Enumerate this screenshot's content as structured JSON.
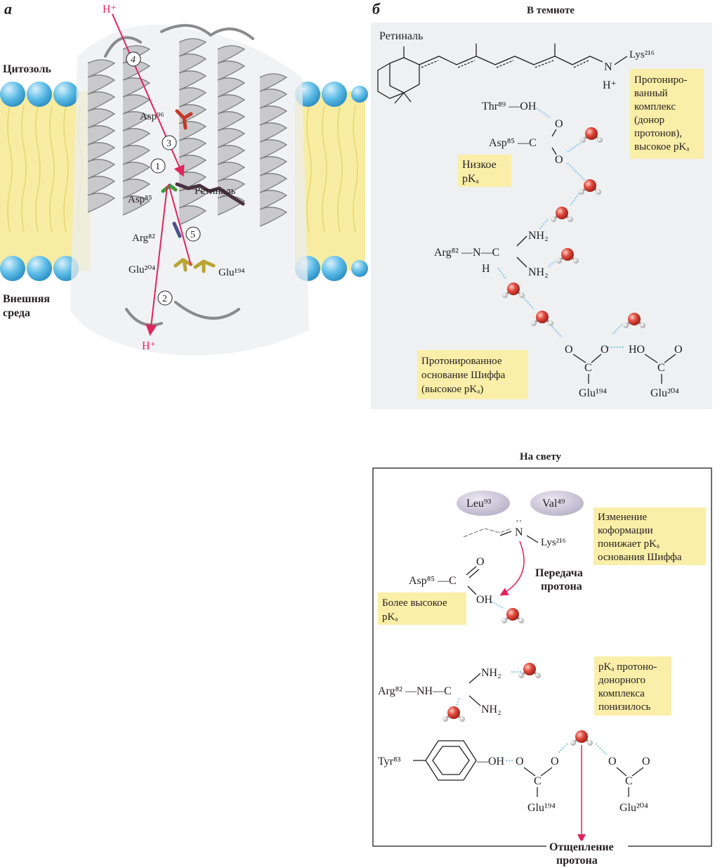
{
  "panel_a": {
    "letter": "а",
    "cytosol": "Цитозоль",
    "external_1": "Внешняя",
    "external_2": "среда",
    "h_top": "H⁺",
    "h_bottom": "H⁺",
    "steps": [
      "4",
      "3",
      "1",
      "5",
      "2"
    ],
    "residues": {
      "asp96": "Asp⁹⁶",
      "asp85": "Asp⁸⁵",
      "retinal": "Ретиналь",
      "arg82": "Arg⁸²",
      "glu204": "Glu²⁰⁴",
      "glu194": "Glu¹⁹⁴"
    }
  },
  "panel_b_dark": {
    "letter": "б",
    "title": "В темноте",
    "retinal": "Ретиналь",
    "lys": "Lys²¹⁶",
    "nh_n": "N",
    "nh_h": "H⁺",
    "thr": "Thr⁸⁹ —OH",
    "asp": "Asp⁸⁵ —C",
    "arg": "Arg⁸² —N—C",
    "arg_h": "H",
    "nh2_top": "NH₂",
    "nh2_bot": "NH₂",
    "glu194": "Glu¹⁹⁴",
    "glu204": "Glu²⁰⁴",
    "ho": "HO",
    "note_donor": [
      "Протониро-",
      "ванный",
      "комплекс",
      "(донор",
      "протонов),",
      "высокое pKₐ"
    ],
    "note_low": [
      "Низкое",
      "pKₐ"
    ],
    "note_schiff": [
      "Протонированное",
      "основание Шиффа",
      "(высокое pKₐ)"
    ]
  },
  "panel_b_light": {
    "title": "На свету",
    "leu": "Leu⁹³",
    "val": "Val⁴⁹",
    "n": "N",
    "lys": "Lys²¹⁶",
    "transfer": [
      "Передача",
      "протона"
    ],
    "asp": "Asp⁸⁵ —C",
    "oh": "OH",
    "arg": "Arg⁸² —NH—C",
    "nh2_top": "NH₂",
    "nh2_bot": "NH₂",
    "tyr": "Tyr⁸³",
    "tyr_oh": "—OH",
    "glu194": "Glu¹⁹⁴",
    "glu204": "Glu²⁰⁴",
    "release": [
      "Отщепление",
      "протона"
    ],
    "note_conf": [
      "Изменение",
      "коформации",
      "понижает pKₐ",
      "основания Шиффа"
    ],
    "note_high": [
      "Более высокое",
      "pKₐ"
    ],
    "note_donor": [
      "pKₐ протоно-",
      "донорного",
      "комплекса",
      "понизилось"
    ]
  },
  "colors": {
    "note": "#fbeea8",
    "membrane": "#f7eca2",
    "lipid_head": "#5cbbe6",
    "hbond": "#8ec9ea",
    "arrow": "#e0245e",
    "panel_bg": "#eef0f2",
    "water_o": "#e24b3f"
  }
}
